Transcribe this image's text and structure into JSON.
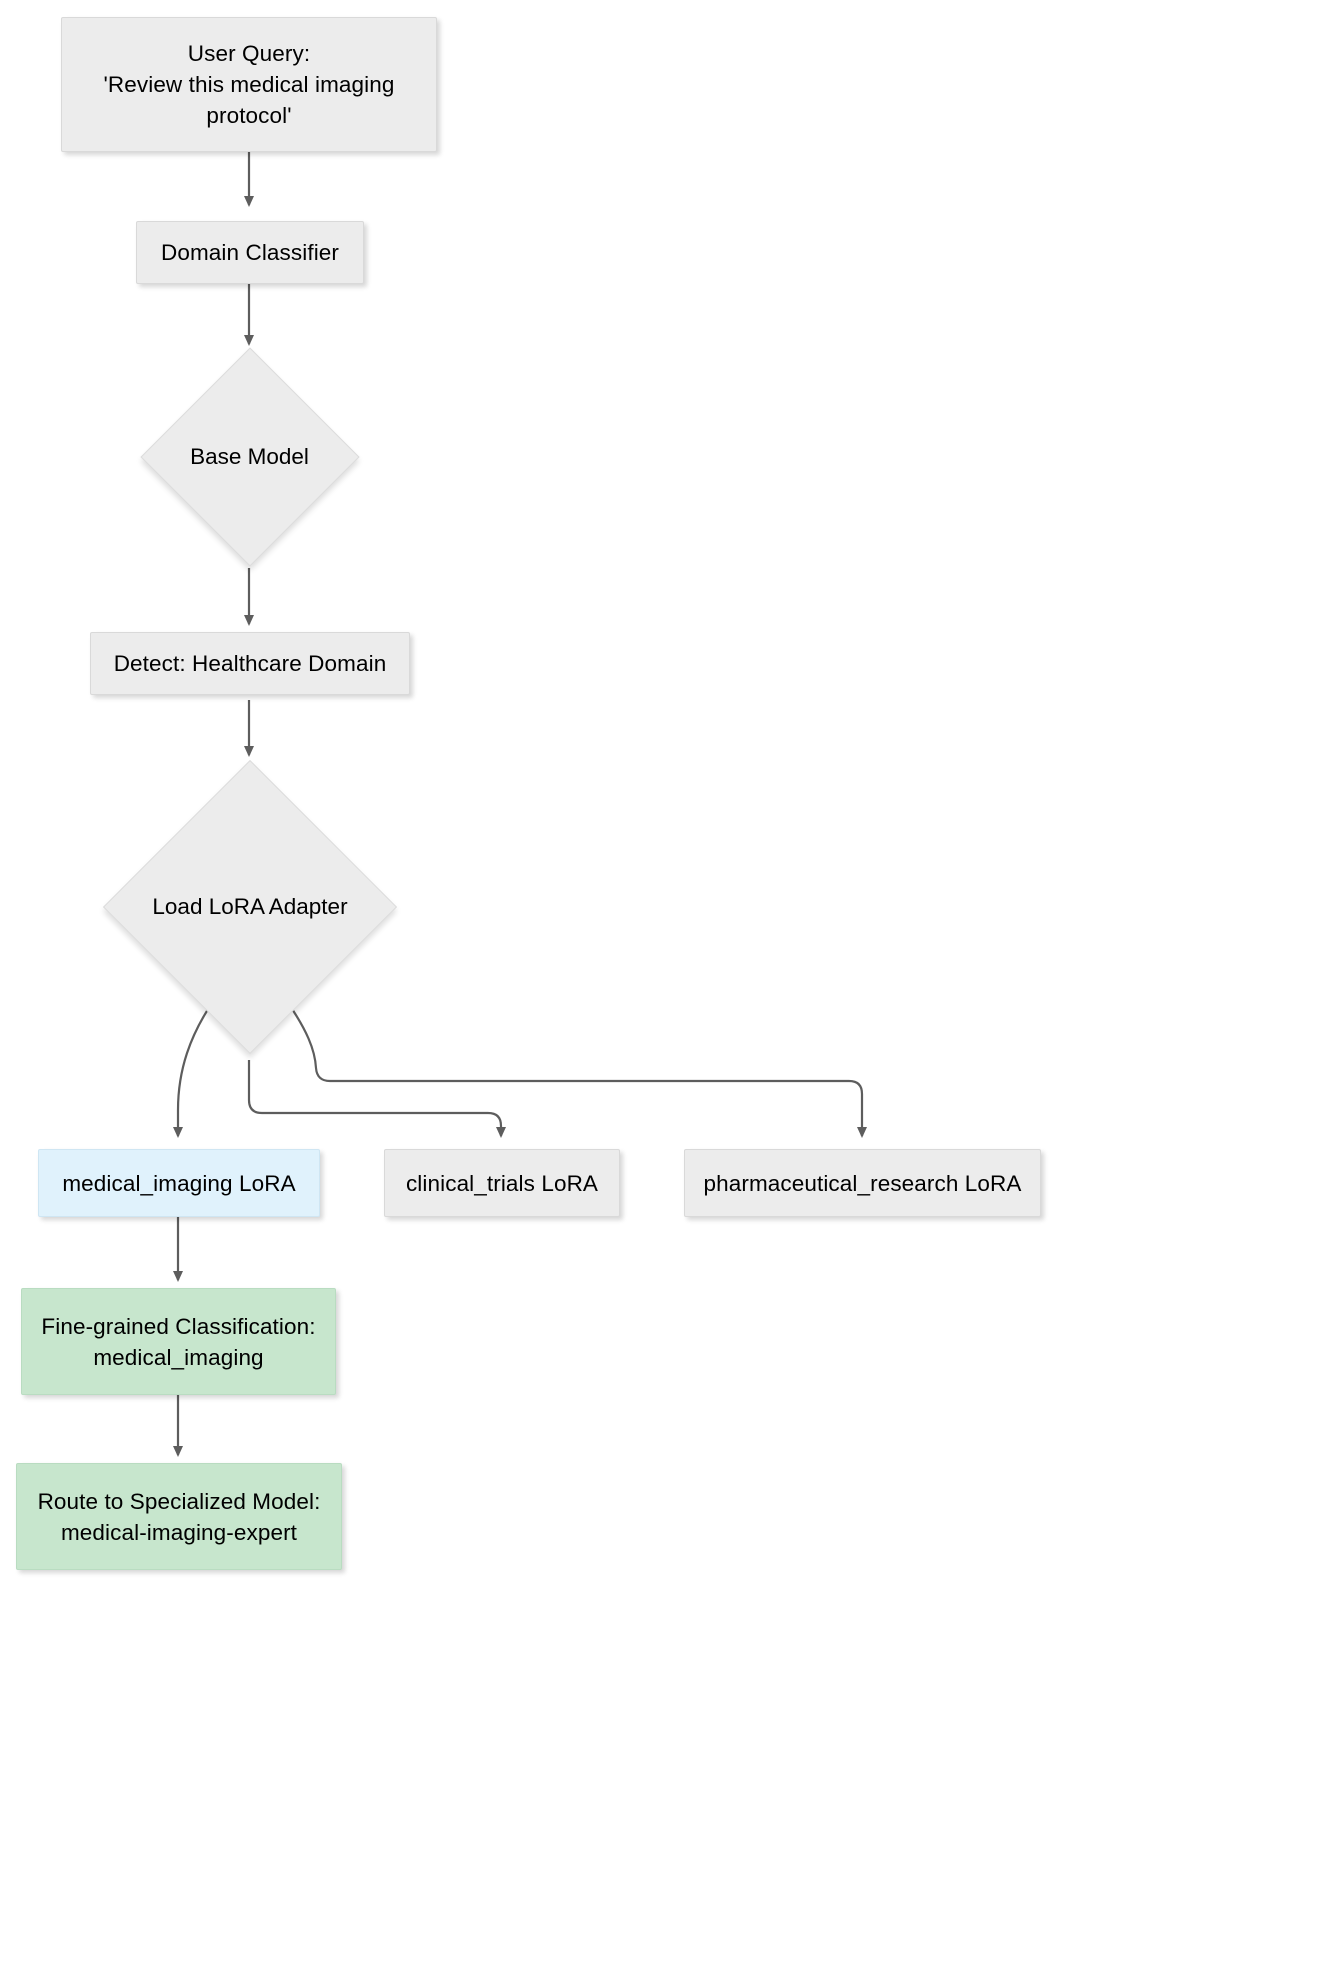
{
  "diagram": {
    "type": "flowchart",
    "direction": "top-down",
    "title": "",
    "background_color": "#ffffff",
    "default_node_fill": "#ececec",
    "default_node_stroke": "#d9d9d9",
    "edge_color": "#555555",
    "highlight_blue_fill": "#e0f2fc",
    "highlight_green_fill": "#c7e6cd",
    "text_color": "#000000"
  },
  "nodes": [
    {
      "id": "user-query",
      "shape": "rect",
      "style": "default",
      "label": "User Query:\n'Review this medical imaging\nprotocol'"
    },
    {
      "id": "domain-classifier",
      "shape": "rect",
      "style": "default",
      "label": "Domain Classifier"
    },
    {
      "id": "base-model",
      "shape": "diamond",
      "style": "default",
      "label": "Base Model"
    },
    {
      "id": "detect-healthcare-domain",
      "shape": "rect",
      "style": "default",
      "label": "Detect: Healthcare Domain"
    },
    {
      "id": "load-lora-adapter",
      "shape": "diamond",
      "style": "default",
      "label": "Load LoRA Adapter"
    },
    {
      "id": "medical-imaging-lora",
      "shape": "rect",
      "style": "highlight-blue",
      "label": "medical_imaging LoRA"
    },
    {
      "id": "clinical-trials-lora",
      "shape": "rect",
      "style": "default",
      "label": "clinical_trials LoRA"
    },
    {
      "id": "pharmaceutical-research-lora",
      "shape": "rect",
      "style": "default",
      "label": "pharmaceutical_research LoRA"
    },
    {
      "id": "fine-grained-classification",
      "shape": "rect",
      "style": "highlight-green",
      "label": "Fine-grained Classification:\nmedical_imaging"
    },
    {
      "id": "route-to-specialized-model",
      "shape": "rect",
      "style": "highlight-green",
      "label": "Route to Specialized Model:\nmedical-imaging-expert"
    }
  ],
  "edges": [
    {
      "from": "user-query",
      "to": "domain-classifier",
      "label": ""
    },
    {
      "from": "domain-classifier",
      "to": "base-model",
      "label": ""
    },
    {
      "from": "base-model",
      "to": "detect-healthcare-domain",
      "label": ""
    },
    {
      "from": "detect-healthcare-domain",
      "to": "load-lora-adapter",
      "label": ""
    },
    {
      "from": "load-lora-adapter",
      "to": "medical-imaging-lora",
      "label": ""
    },
    {
      "from": "load-lora-adapter",
      "to": "clinical-trials-lora",
      "label": ""
    },
    {
      "from": "load-lora-adapter",
      "to": "pharmaceutical-research-lora",
      "label": ""
    },
    {
      "from": "medical-imaging-lora",
      "to": "fine-grained-classification",
      "label": ""
    },
    {
      "from": "fine-grained-classification",
      "to": "route-to-specialized-model",
      "label": ""
    }
  ]
}
